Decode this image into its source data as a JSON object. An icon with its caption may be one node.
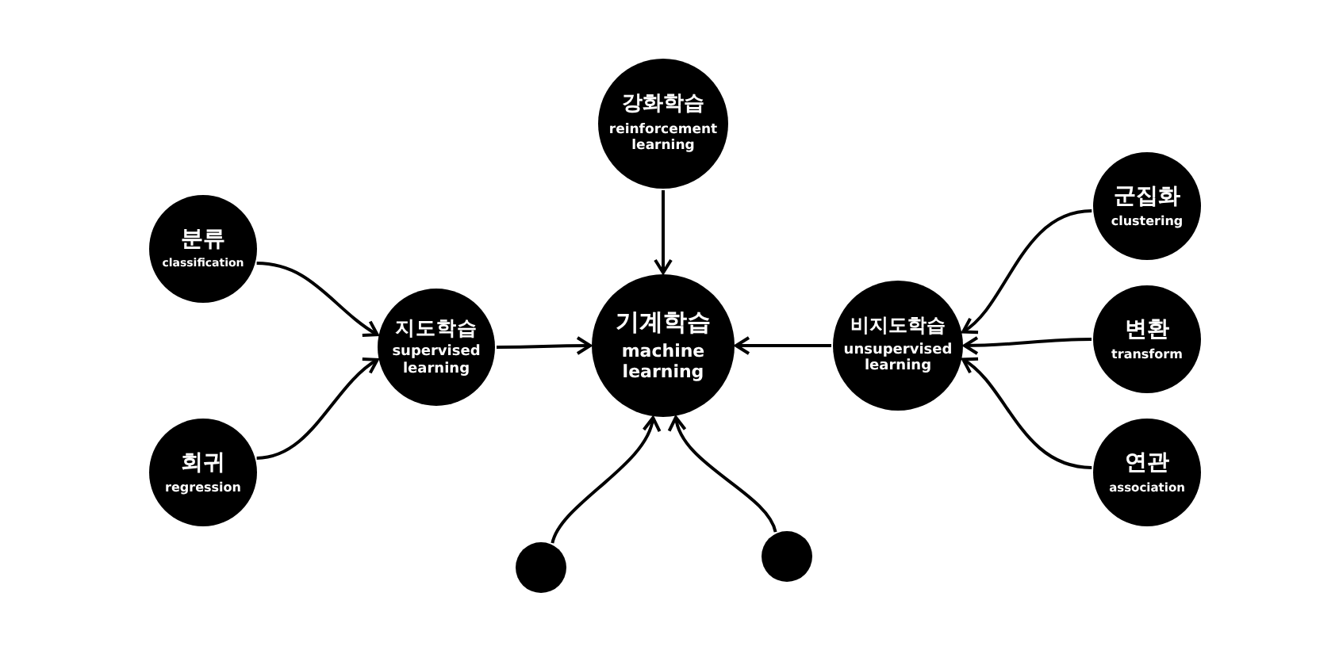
{
  "diagram": {
    "nodes": [
      {
        "text": [
          "기계학습",
          "machine learning"
        ]
      },
      {
        "text": [
          "강화학습",
          "reinforcement learning"
        ]
      },
      {
        "text": [
          "지도학습",
          "supervised learning"
        ]
      },
      {
        "text": [
          "비지도학습",
          "unsupervised learning"
        ]
      },
      {
        "text": [
          "분류",
          "classification"
        ]
      },
      {
        "text": [
          "회귀",
          "regression"
        ]
      },
      {
        "text": [
          "군집화",
          "clustering"
        ]
      },
      {
        "text": [
          "변환",
          "transform"
        ]
      },
      {
        "text": [
          "연관",
          "association"
        ]
      },
      {
        "text": [],
        "shape": "circle"
      },
      {
        "text": [],
        "shape": "circle"
      }
    ],
    "edges": [
      {
        "from": 1,
        "to": 0,
        "arrow": "to"
      },
      {
        "from": 2,
        "to": 0,
        "arrow": "to"
      },
      {
        "from": 3,
        "to": 0,
        "arrow": "to"
      },
      {
        "from": 4,
        "to": 2,
        "arrow": "to"
      },
      {
        "from": 5,
        "to": 2,
        "arrow": "to"
      },
      {
        "from": 6,
        "to": 3,
        "arrow": "to"
      },
      {
        "from": 7,
        "to": 3,
        "arrow": "to"
      },
      {
        "from": 8,
        "to": 3,
        "arrow": "to"
      },
      {
        "from": 9,
        "to": 0,
        "arrow": "to"
      },
      {
        "from": 10,
        "to": 0,
        "arrow": "to"
      }
    ]
  }
}
